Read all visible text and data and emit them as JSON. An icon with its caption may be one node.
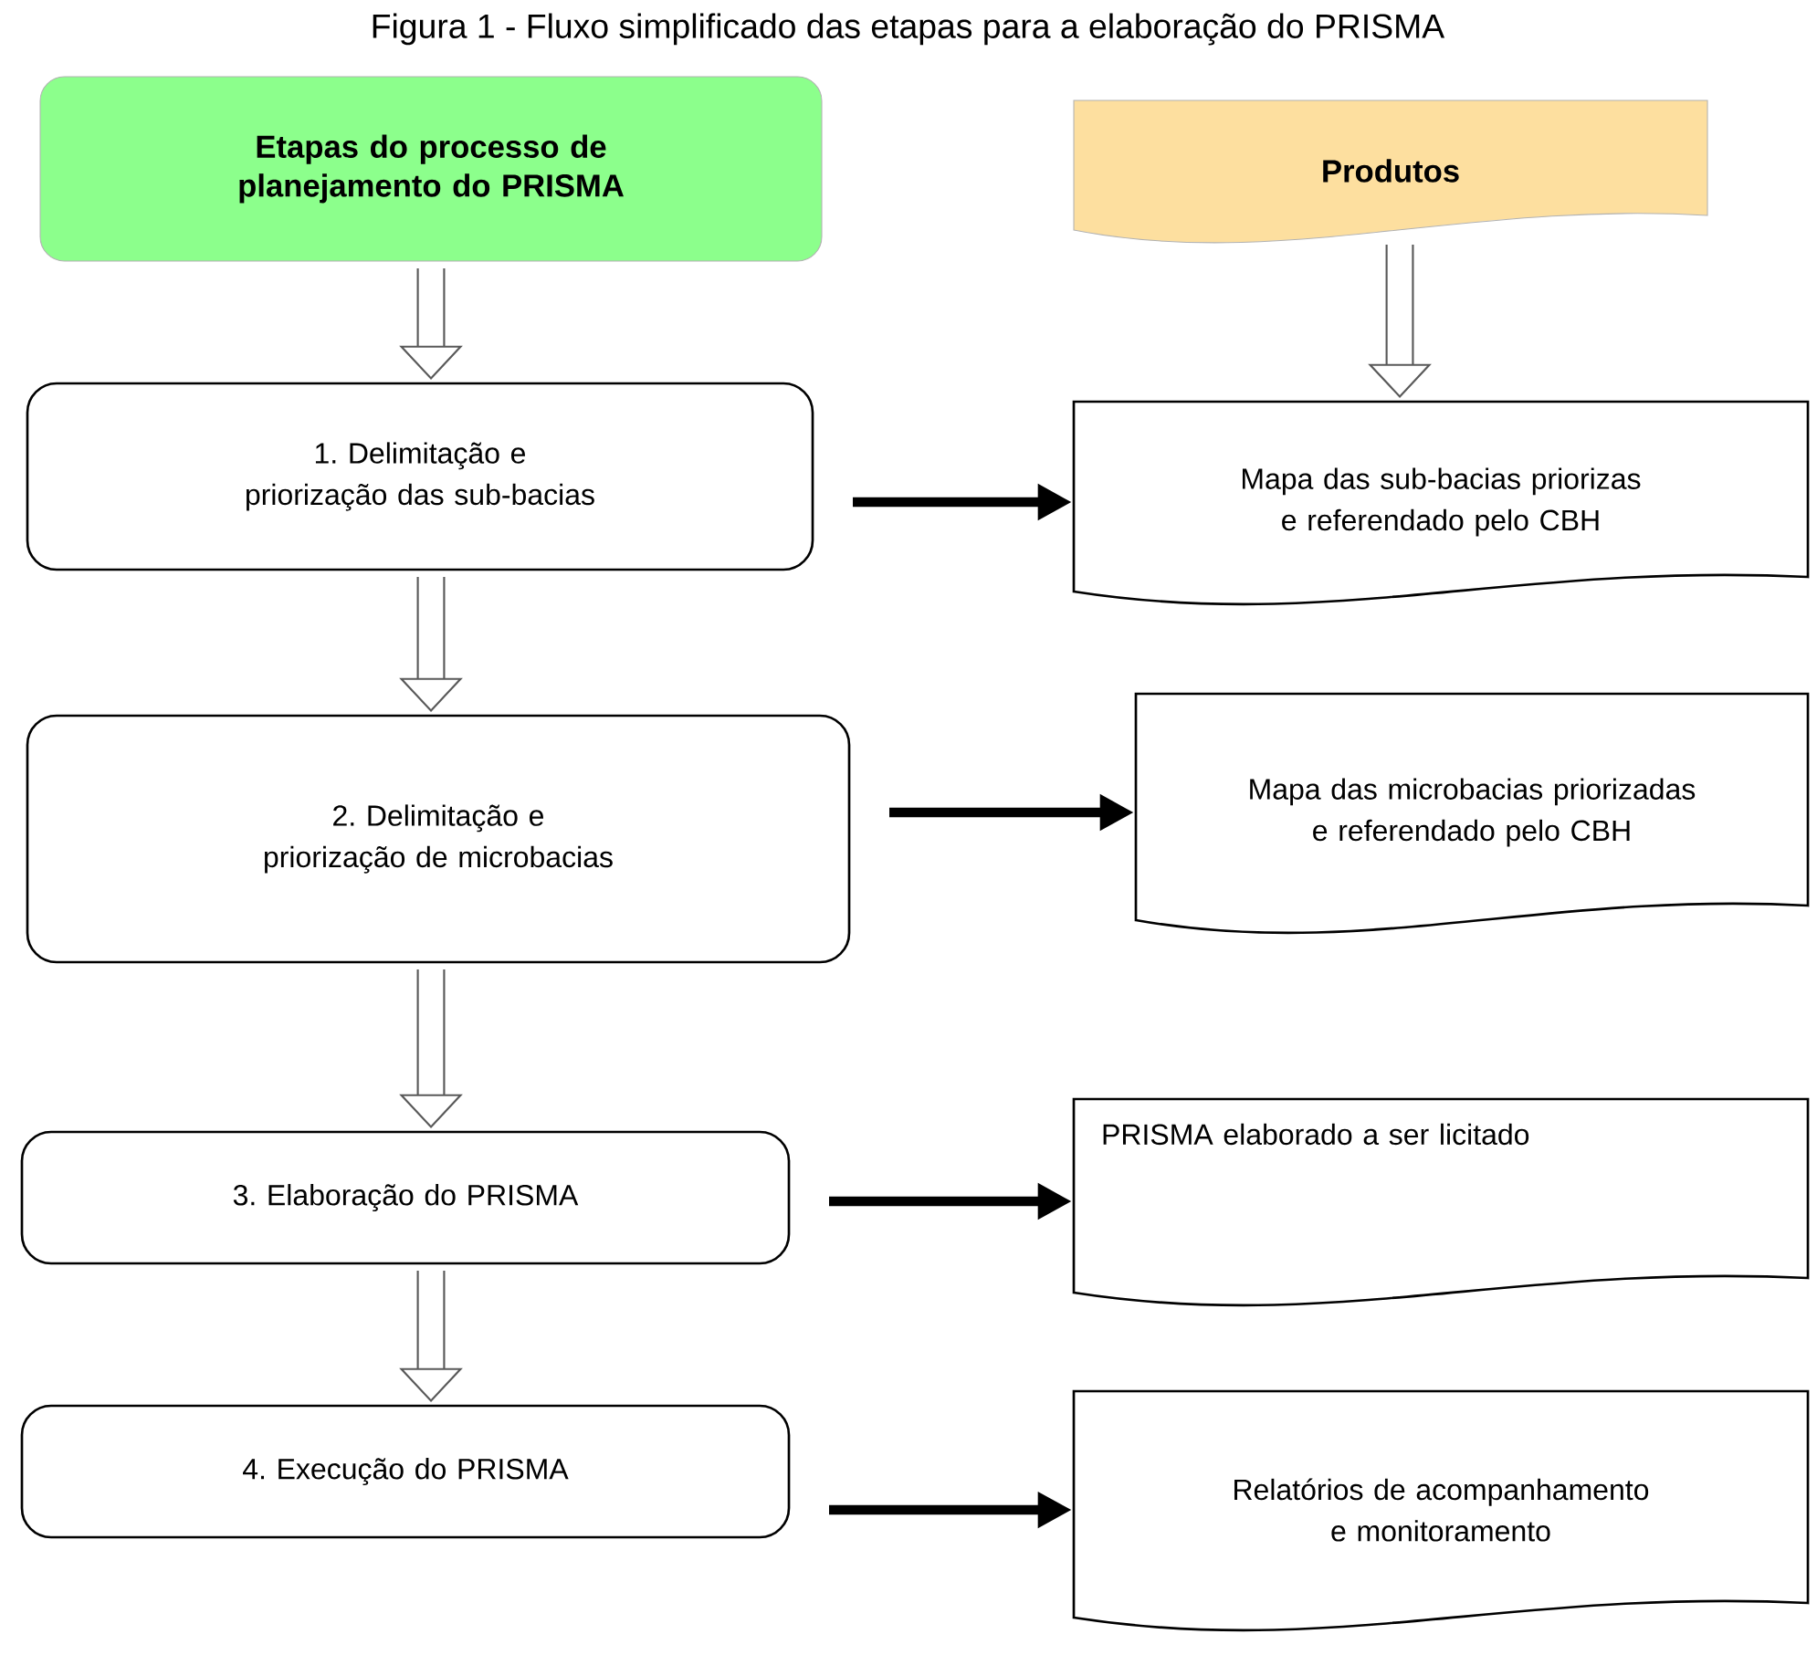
{
  "diagram": {
    "title": "Figura 1 - Fluxo simplificado das etapas para a elaboração do PRISMA",
    "nodes": [
      {
        "text": [
          "Etapas do processo de planejamento do PRISMA"
        ]
      },
      {
        "text": [
          "Produtos"
        ]
      },
      {
        "text": [
          "1. Delimitação e priorização das sub-bacias"
        ]
      },
      {
        "text": [
          "Mapa das sub-bacias priorizas e referendado pelo CBH"
        ]
      },
      {
        "text": [
          "2. Delimitação e priorização de microbacias"
        ]
      },
      {
        "text": [
          "Mapa das microbacias priorizadas e referendado pelo CBH"
        ]
      },
      {
        "text": [
          "3. Elaboração do PRISMA"
        ]
      },
      {
        "text": [
          "PRISMA elaborado a ser licitado"
        ]
      },
      {
        "text": [
          "4. Execução do PRISMA"
        ]
      },
      {
        "text": [
          "Relatórios de acompanhamento e monitoramento"
        ]
      }
    ],
    "edges": [
      {
        "from": 0,
        "to": 2,
        "arrow": "to"
      },
      {
        "from": 1,
        "to": 3,
        "arrow": "to"
      },
      {
        "from": 2,
        "to": 3,
        "arrow": "to"
      },
      {
        "from": 2,
        "to": 4,
        "arrow": "to"
      },
      {
        "from": 4,
        "to": 5,
        "arrow": "to"
      },
      {
        "from": 4,
        "to": 6,
        "arrow": "to"
      },
      {
        "from": 6,
        "to": 7,
        "arrow": "to"
      },
      {
        "from": 6,
        "to": 8,
        "arrow": "to"
      },
      {
        "from": 8,
        "to": 9,
        "arrow": "to"
      }
    ]
  }
}
